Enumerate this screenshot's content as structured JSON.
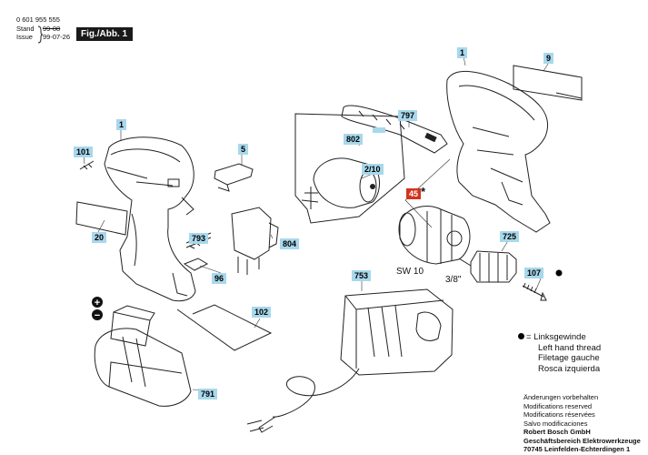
{
  "header": {
    "part_number": "0 601 955 555",
    "stand_label": "Stand",
    "stand_value": "99-08",
    "issue_label": "Issue",
    "issue_value": "99-07-26",
    "fig_label": "Fig./Abb. 1"
  },
  "callouts": {
    "c1_left": "1",
    "c1_right": "1",
    "c101": "101",
    "c20": "20",
    "c5": "5",
    "c793": "793",
    "c804": "804",
    "c96": "96",
    "c102": "102",
    "c802": "802",
    "c2_10": "2/10",
    "c797": "797",
    "c9": "9",
    "c45": "45",
    "c725": "725",
    "c107": "107",
    "c753": "753",
    "c791": "791"
  },
  "labels": {
    "star": "*",
    "sw10": "SW 10",
    "size": "3/8\"",
    "plus": "+",
    "minus": "−"
  },
  "legend": {
    "line1": "= Linksgewinde",
    "line2": "Left hand thread",
    "line3": "Filetage gauche",
    "line4": "Rosca izquierda"
  },
  "footer": {
    "l1": "Änderungen vorbehalten",
    "l2": "Modifications reserved",
    "l3": "Modifications réservées",
    "l4": "Salvo modificaciones",
    "l5": "Robert Bosch GmbH",
    "l6": "Geschäftsbereich Elektrowerkzeuge",
    "l7": "70745 Leinfelden-Echterdingen 1"
  },
  "colors": {
    "callout_bg": "#a8d8ec",
    "callout_alt": "#d0341e"
  }
}
